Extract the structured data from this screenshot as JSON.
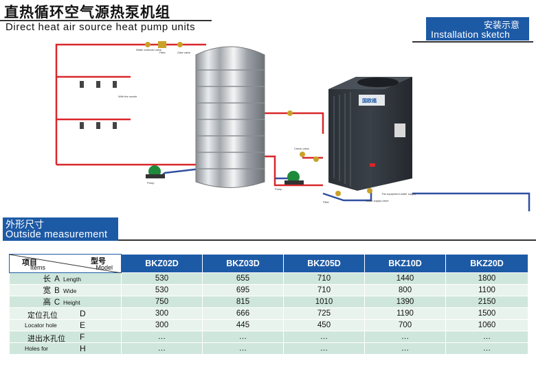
{
  "header": {
    "title_cn": "直热循环空气源热泵机组",
    "title_en": "Direct heat air source heat pump units",
    "badge_cn": "安装示意",
    "badge_en": "Installation sketch"
  },
  "diagram": {
    "labels": {
      "water_solenoid_valve": "Water solenoid valve",
      "filter": "Filter",
      "gate_valve": "Gate valve",
      "with_the_nozzle": "With the nozzle",
      "check_valve": "Check valve",
      "pump": "Pump",
      "water_supply_valve": "Water supply valve",
      "the_equipment_water_supply": "The equipment water supply",
      "brand_mark": "国欧福"
    }
  },
  "section": {
    "title_cn": "外形尺寸",
    "title_en": "Outside measurement"
  },
  "table": {
    "corner": {
      "items_cn": "项目",
      "items_en": "Items",
      "model_cn": "型号",
      "model_en": "Model"
    },
    "models": [
      "BKZ02D",
      "BKZ03D",
      "BKZ05D",
      "BKZ10D",
      "BKZ20D"
    ],
    "rows": [
      {
        "cn": "长",
        "abbr": "A",
        "en": "Length",
        "values": [
          "530",
          "655",
          "710",
          "1440",
          "1800"
        ]
      },
      {
        "cn": "宽",
        "abbr": "B",
        "en": "Wide",
        "values": [
          "530",
          "695",
          "710",
          "800",
          "1100"
        ]
      },
      {
        "cn": "高",
        "abbr": "C",
        "en": "Height",
        "values": [
          "750",
          "815",
          "1010",
          "1390",
          "2150"
        ]
      },
      {
        "group_cn": "定位孔位",
        "code": "D",
        "values": [
          "300",
          "666",
          "725",
          "1190",
          "1500"
        ]
      },
      {
        "group_en": "Locator hole",
        "code": "E",
        "values": [
          "300",
          "445",
          "450",
          "700",
          "1060"
        ]
      },
      {
        "group_cn": "进出水孔位",
        "code": "F",
        "values": [
          "…",
          "…",
          "…",
          "…",
          "…"
        ]
      },
      {
        "group_en": "Holes for",
        "code": "H",
        "values": [
          "…",
          "…",
          "…",
          "…",
          "…"
        ]
      }
    ]
  },
  "colors": {
    "brand_blue": "#1d5aa6",
    "pipe_red": "#d9262b",
    "pipe_blue": "#2f4f9f",
    "row_shade": "#cfe6dc",
    "row_light": "#e9f3ee"
  }
}
